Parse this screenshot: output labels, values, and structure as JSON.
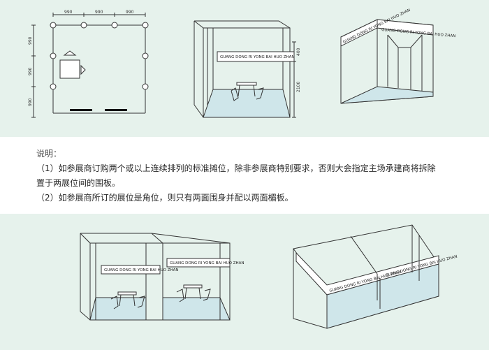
{
  "floorplan": {
    "dim_top": [
      "990",
      "990",
      "990"
    ],
    "dim_left": [
      "990",
      "990",
      "990"
    ]
  },
  "booth_front": {
    "fascia_text": "GUANG DONG RI YONG BAI HUO ZHAN",
    "height_top": "400",
    "height_bottom": "2100"
  },
  "booth_corner": {
    "fascia_text": "GUANG DONG RI YONG BAI HUO ZHAN",
    "side_text": "GUANG DONG RI YONG BAI HUO ZHAN"
  },
  "booth_double": {
    "fascia_left": "GUANG DONG RI YONG BAI HUO ZHAN",
    "fascia_right": "GUANG DONG RI YONG BAI HUO ZHAN"
  },
  "booth_corner_double": {
    "fascia_front": "GUANG DONG RI YONG BAI HUO ZHAN",
    "fascia_front2": "GUANG DONG RI YONG BAI HUO ZHAN"
  },
  "notes": {
    "title": "说明：",
    "line1": "（1）如参展商订购两个或以上连续排列的标准摊位，除非参展商特别要求，否则大会指定主场承建商将拆除",
    "line2": "置于两展位间的围板。",
    "line3": "（2）如参展商所订的展位是角位，则只有两面围身并配以两面楣板。"
  }
}
